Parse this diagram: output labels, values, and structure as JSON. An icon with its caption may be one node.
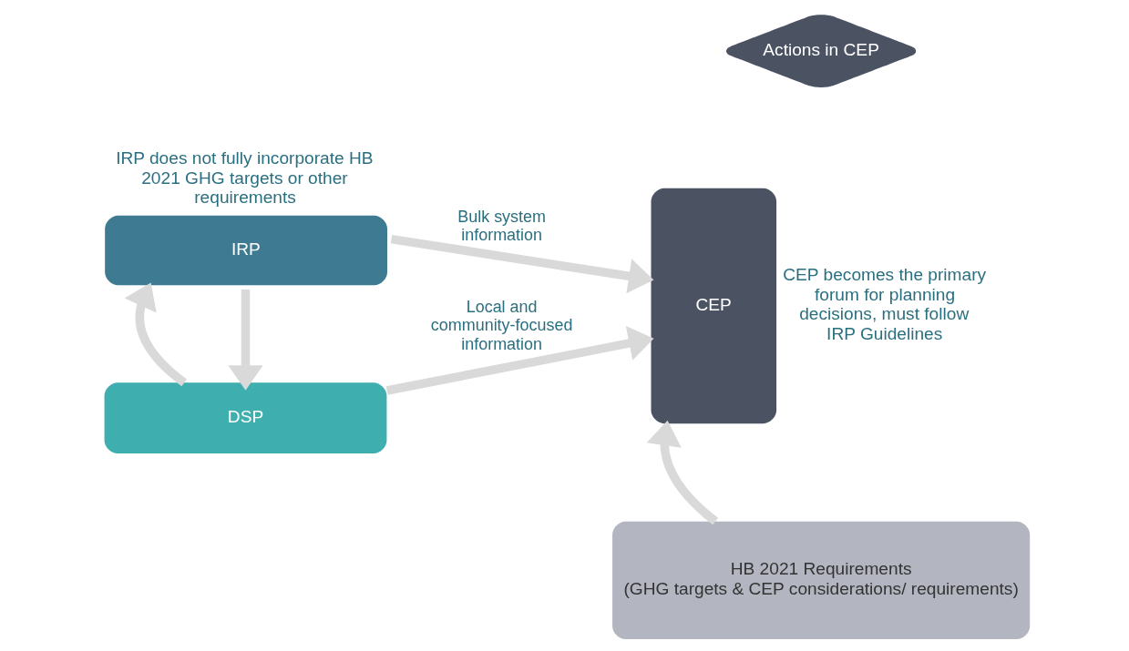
{
  "diagram": {
    "nodes": [
      {
        "text": [
          "IRP"
        ],
        "beside": [
          "IRP does not fully incorporate HB 2021 GHG targets or other requirements"
        ]
      },
      {
        "text": [
          "DSP"
        ]
      },
      {
        "text": [
          "CEP"
        ],
        "beside": [
          "CEP becomes the primary forum for planning decisions, must follow IRP Guidelines"
        ]
      },
      {
        "text": [
          "Actions in CEP"
        ]
      },
      {
        "text": [
          "HB 2021 Requirements",
          "(GHG targets & CEP considerations/ requirements)"
        ]
      }
    ],
    "edges": [
      {
        "from": 0,
        "to": 1,
        "arrow": "to"
      },
      {
        "from": 1,
        "to": 0,
        "arrow": "to"
      },
      {
        "from": 0,
        "to": 2,
        "arrow": "to",
        "label": "Bulk system information"
      },
      {
        "from": 1,
        "to": 2,
        "arrow": "to",
        "label": "Local and community-focused information"
      },
      {
        "from": 4,
        "to": 2,
        "arrow": "to"
      }
    ]
  }
}
